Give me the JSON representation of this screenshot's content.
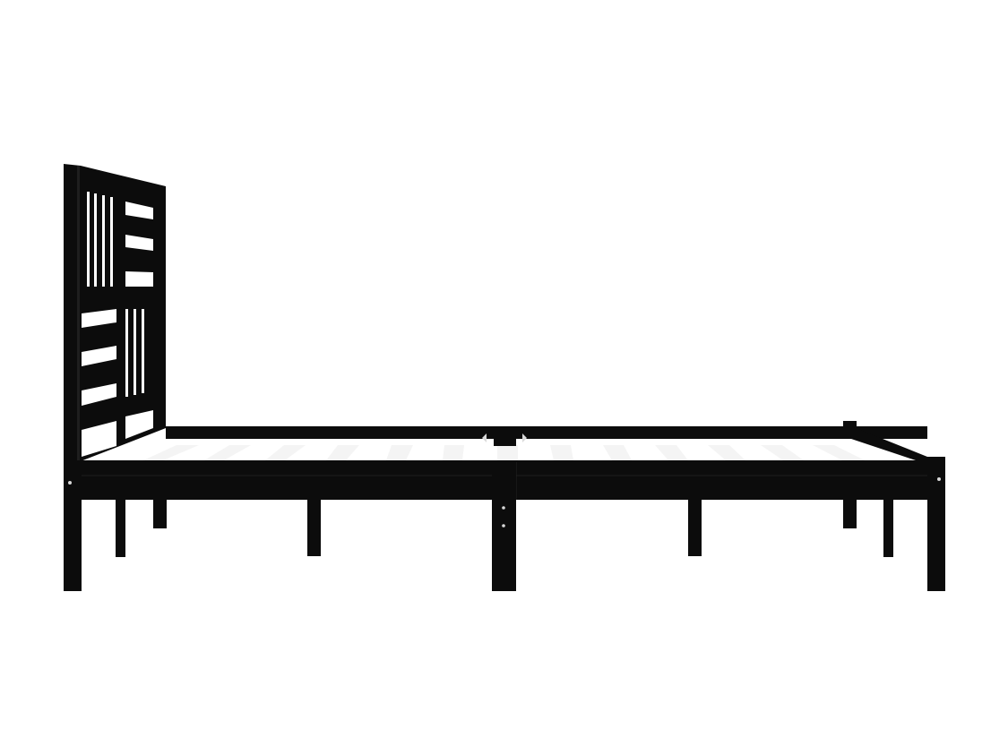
{
  "scene": {
    "subject": "bed-frame",
    "view": "side-profile",
    "colors": {
      "background": "#ffffff",
      "frame": "#0c0c0c",
      "frame_highlight": "#1e1e1e",
      "slats": "#f4f4f4",
      "hardware": "#d9d9d9"
    },
    "slat_count": 13
  }
}
